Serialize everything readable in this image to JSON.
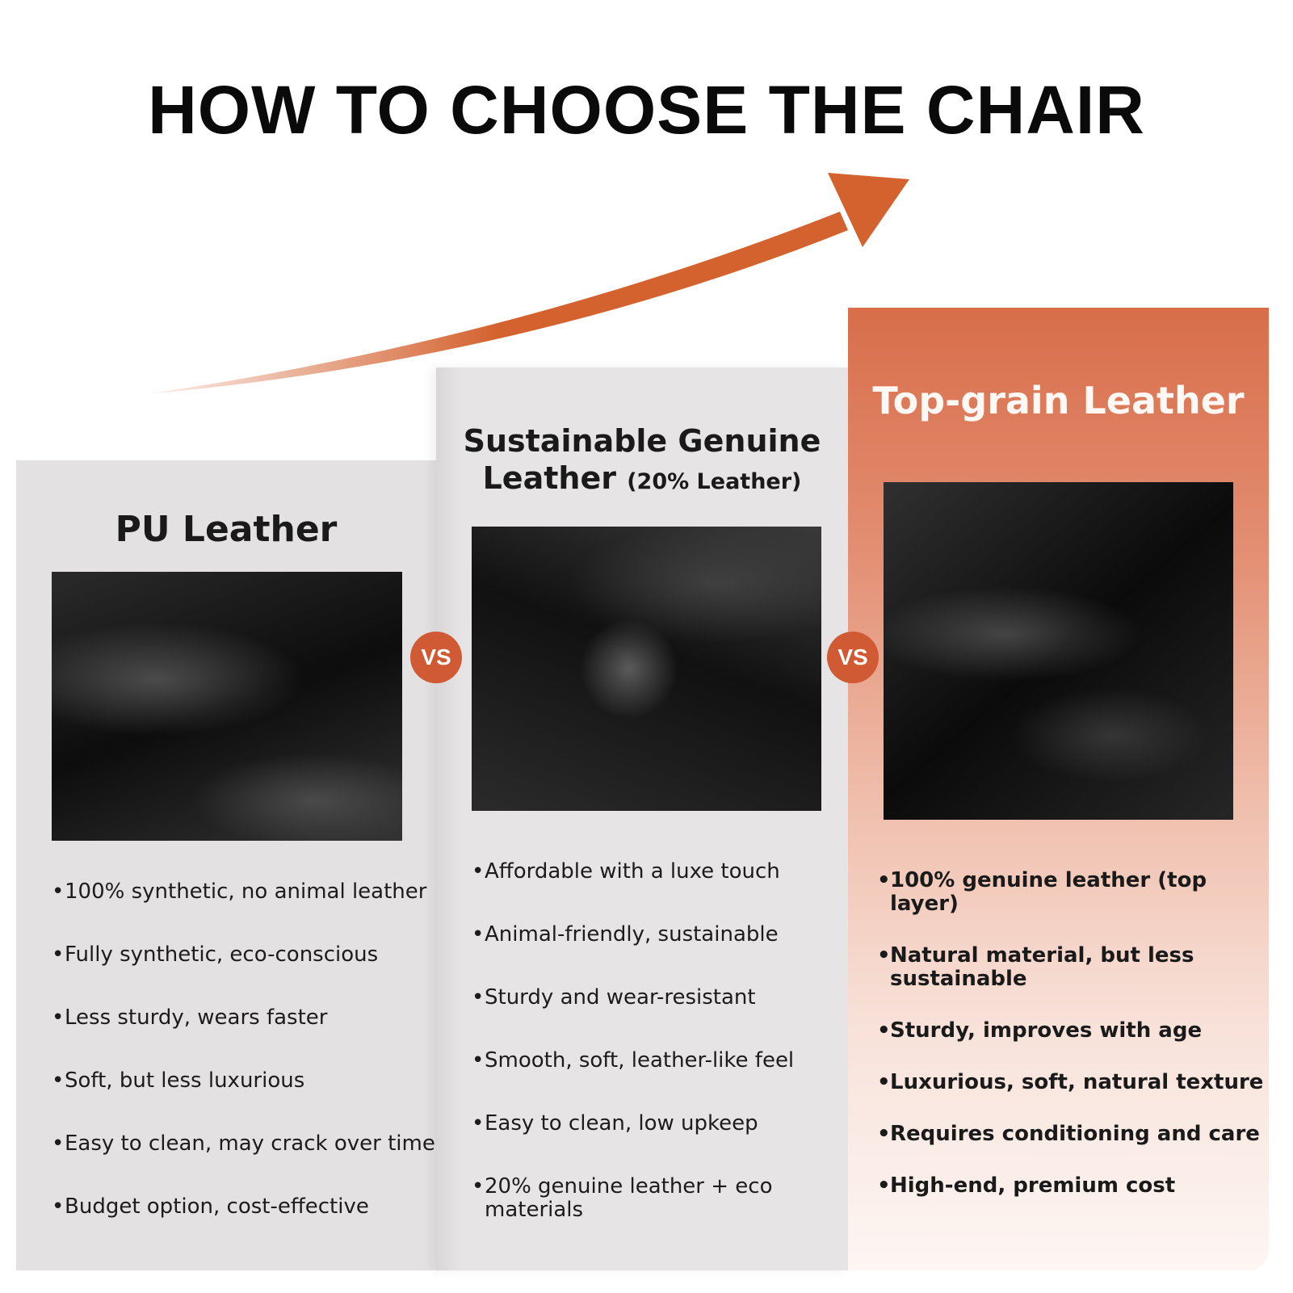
{
  "title": "HOW TO CHOOSE THE CHAIR",
  "colors": {
    "accent": "#d4622f",
    "panel_grey": "#e3e1e2",
    "vs_badge": "#cf5a33"
  },
  "vs_label": "VS",
  "panels": [
    {
      "title": "PU Leather",
      "image": "pu-leather-texture",
      "features": [
        "100% synthetic, no animal leather",
        "Fully synthetic, eco-conscious",
        "Less sturdy, wears faster",
        "Soft, but less luxurious",
        "Easy to clean, may crack over time",
        "Budget option, cost-effective"
      ]
    },
    {
      "title": "Sustainable Genuine Leather",
      "title_line2": "Leather",
      "subtitle": "(20% Leather)",
      "title_line1": "Sustainable Genuine",
      "image": "genuine-leather-texture",
      "features": [
        "Affordable with a luxe touch",
        "Animal-friendly, sustainable",
        "Sturdy and wear-resistant",
        "Smooth, soft, leather-like feel",
        "Easy to clean, low upkeep",
        "20% genuine leather + eco materials"
      ]
    },
    {
      "title": "Top-grain Leather",
      "image": "top-grain-leather-texture",
      "features": [
        "100% genuine leather (top layer)",
        "Natural material, but less sustainable",
        "Sturdy, improves with age",
        "Luxurious, soft, natural texture",
        "Requires conditioning and care",
        "High-end, premium cost"
      ]
    }
  ]
}
